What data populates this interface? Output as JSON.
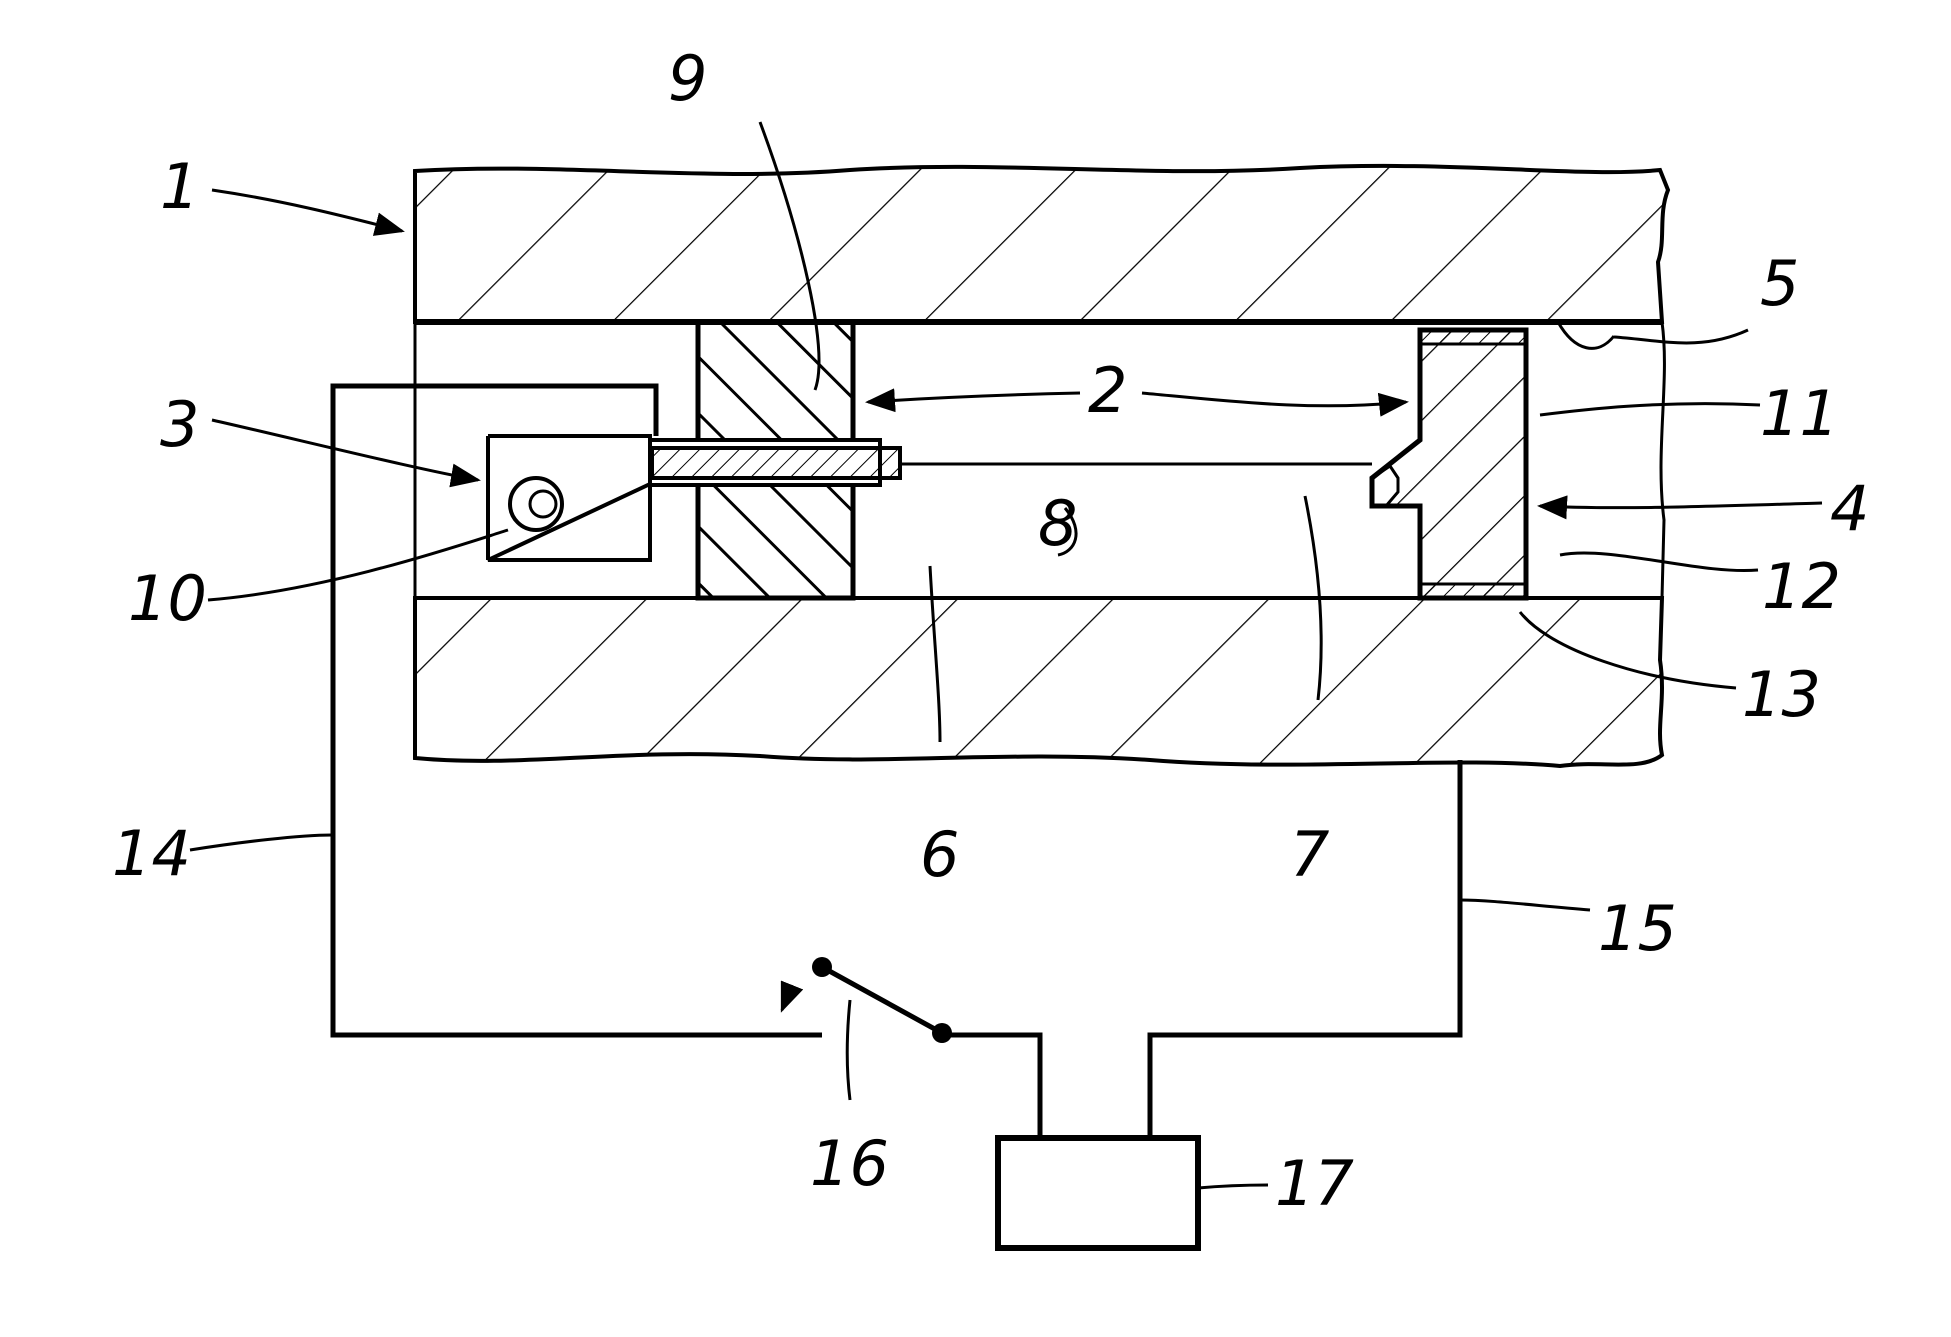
{
  "figure": {
    "stroke_color": "#000000",
    "background_color": "#ffffff",
    "reference_numerals": {
      "n1": "1",
      "n2": "2",
      "n3": "3",
      "n4": "4",
      "n5": "5",
      "n6": "6",
      "n7": "7",
      "n8": "8",
      "n9": "9",
      "n10": "10",
      "n11": "11",
      "n12": "12",
      "n13": "13",
      "n14": "14",
      "n15": "15",
      "n16": "16",
      "n17": "17"
    }
  }
}
